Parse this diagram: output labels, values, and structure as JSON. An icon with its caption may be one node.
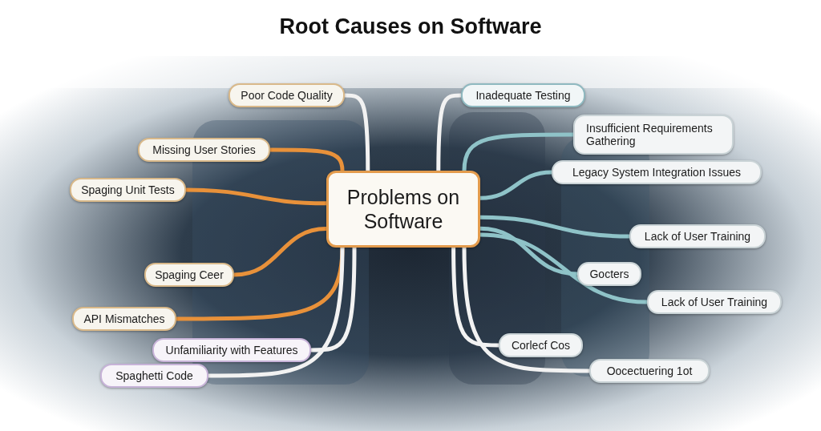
{
  "diagram": {
    "title": "Root Causes on Software",
    "nodes": [
      {
        "text": [
          "Problems on Software"
        ]
      },
      {
        "text": [
          "Poor Code Quality"
        ]
      },
      {
        "text": [
          "Missing User Stories"
        ]
      },
      {
        "text": [
          "Spaging Unit Tests"
        ]
      },
      {
        "text": [
          "Spaging Ceer"
        ]
      },
      {
        "text": [
          "API Mismatches"
        ]
      },
      {
        "text": [
          "Unfamiliarity with Features"
        ]
      },
      {
        "text": [
          "Spaghetti Code"
        ]
      },
      {
        "text": [
          "Inadequate Testing"
        ]
      },
      {
        "text": [
          "Insufficient Requirements Gathering"
        ]
      },
      {
        "text": [
          "Legacy System Integration Issues"
        ]
      },
      {
        "text": [
          "Lack of User Training"
        ]
      },
      {
        "text": [
          "Gocters"
        ]
      },
      {
        "text": [
          "Lack of User Training"
        ]
      },
      {
        "text": [
          "Corlecf Cos"
        ]
      },
      {
        "text": [
          "Oocectuering 1ot"
        ]
      }
    ],
    "edges": [
      {
        "from": 0,
        "to": 1,
        "arrow": "none",
        "color": "#f2f2f2"
      },
      {
        "from": 0,
        "to": 2,
        "arrow": "none",
        "color": "#e8913a"
      },
      {
        "from": 0,
        "to": 3,
        "arrow": "none",
        "color": "#e8913a"
      },
      {
        "from": 0,
        "to": 4,
        "arrow": "none",
        "color": "#e8913a"
      },
      {
        "from": 0,
        "to": 5,
        "arrow": "none",
        "color": "#e8913a"
      },
      {
        "from": 0,
        "to": 6,
        "arrow": "none",
        "color": "#f2f2f2"
      },
      {
        "from": 0,
        "to": 7,
        "arrow": "none",
        "color": "#f2f2f2"
      },
      {
        "from": 0,
        "to": 8,
        "arrow": "none",
        "color": "#f2f2f2"
      },
      {
        "from": 0,
        "to": 9,
        "arrow": "none",
        "color": "#8fc3c8"
      },
      {
        "from": 0,
        "to": 10,
        "arrow": "none",
        "color": "#8fc3c8"
      },
      {
        "from": 0,
        "to": 11,
        "arrow": "none",
        "color": "#8fc3c8"
      },
      {
        "from": 0,
        "to": 12,
        "arrow": "none",
        "color": "#8fc3c8"
      },
      {
        "from": 0,
        "to": 13,
        "arrow": "none",
        "color": "#8fc3c8"
      },
      {
        "from": 0,
        "to": 14,
        "arrow": "none",
        "color": "#f2f2f2"
      },
      {
        "from": 0,
        "to": 15,
        "arrow": "none",
        "color": "#f2f2f2"
      }
    ]
  }
}
